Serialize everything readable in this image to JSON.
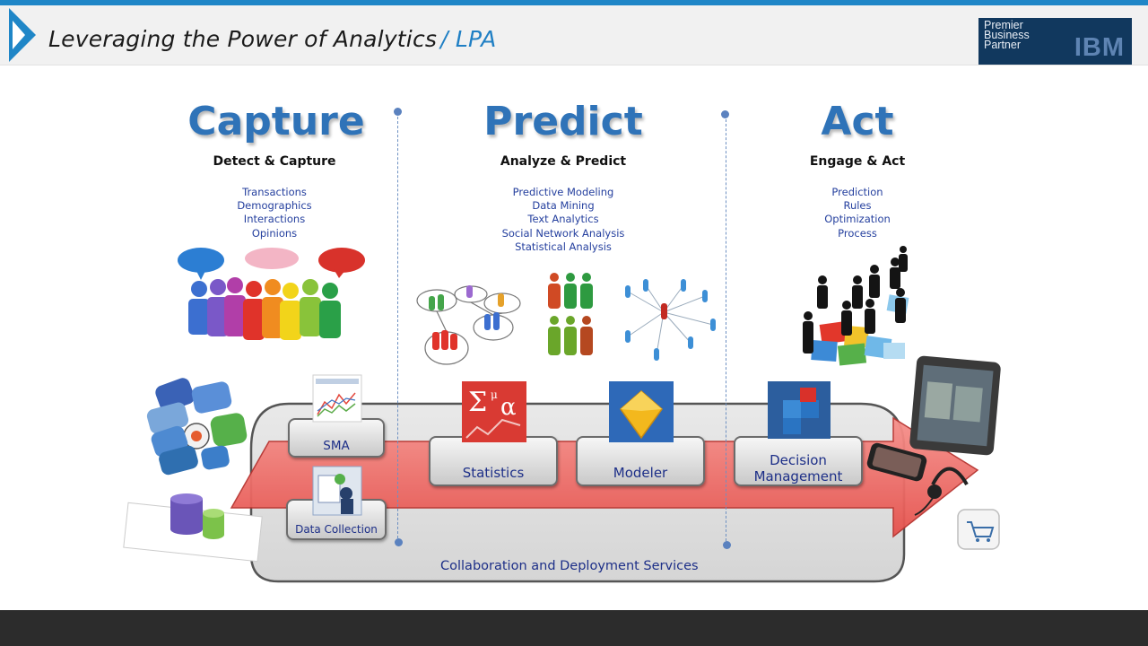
{
  "header": {
    "title": "Leveraging the Power of Analytics",
    "subtitle": "/ LPA",
    "badge_text": [
      "Premier",
      "Business",
      "Partner"
    ],
    "badge_logo": "IBM"
  },
  "columns": [
    {
      "title": "Capture",
      "subtitle": "Detect & Capture",
      "items": [
        "Transactions",
        "Demographics",
        "Interactions",
        "Opinions"
      ]
    },
    {
      "title": "Predict",
      "subtitle": "Analyze & Predict",
      "items": [
        "Predictive Modeling",
        "Data Mining",
        "Text Analytics",
        "Social Network Analysis",
        "Statistical Analysis"
      ]
    },
    {
      "title": "Act",
      "subtitle": "Engage & Act",
      "items": [
        "Prediction",
        "Rules",
        "Optimization",
        "Process"
      ]
    }
  ],
  "modules": {
    "sma": "SMA",
    "data_collection": "Data Collection",
    "statistics": "Statistics",
    "modeler": "Modeler",
    "decision_management": [
      "Decision",
      "Management"
    ]
  },
  "platform": "Collaboration and Deployment Services",
  "colors": {
    "accent": "#1f86c7",
    "heading": "#2f73b8",
    "list_text": "#243f9e",
    "arrow": "#ef6f6a",
    "badge": "#11385e"
  },
  "icons": [
    "logo-triangle-icon",
    "speech-bubble-icon",
    "people-group-icon",
    "social-network-icon",
    "handshake-icon",
    "puzzle-icon",
    "social-media-icons",
    "database-icon",
    "tablet-icon",
    "phone-icon",
    "headset-icon",
    "shopping-cart-icon"
  ]
}
